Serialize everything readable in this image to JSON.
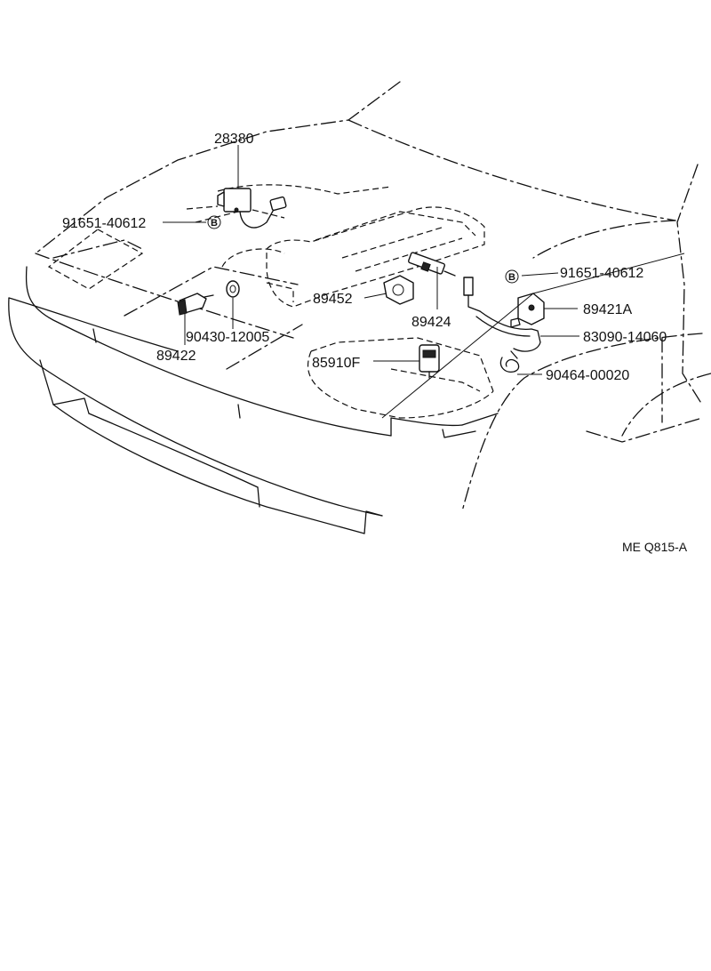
{
  "labels": {
    "p28380": "28380",
    "p91651_left": "91651-40612",
    "p91651_right": "91651-40612",
    "p89452": "89452",
    "p89424": "89424",
    "p89421a": "89421A",
    "p83090": "83090-14060",
    "p90464": "90464-00020",
    "p85910f": "85910F",
    "p90430": "90430-12005",
    "p89422": "89422",
    "marker_b": "B"
  },
  "reference_code": "ME  Q815-A"
}
